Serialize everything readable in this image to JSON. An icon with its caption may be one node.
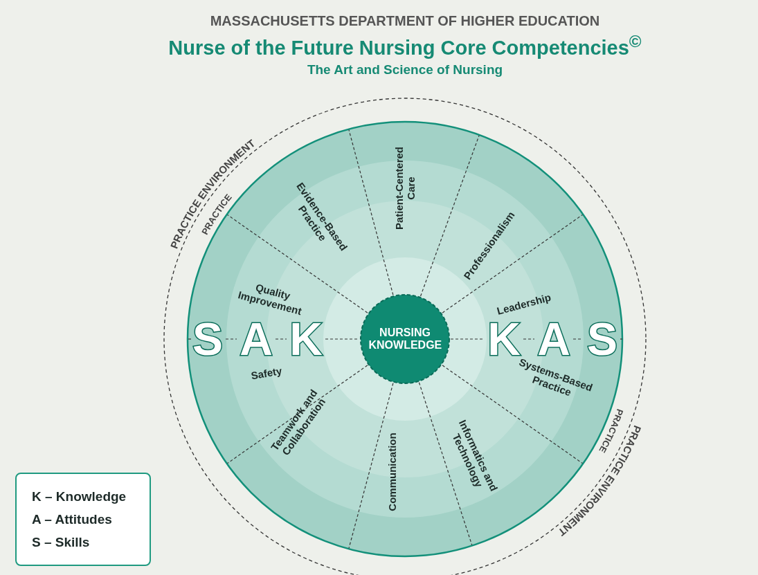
{
  "diagram": {
    "title": "Nurse of the Future Nursing Core Competencies$^{©}$",
    "nodes": [
      {
        "text": [
          "NURSING KNOWLEDGE"
        ]
      },
      {
        "text": [
          "Patient-Centered Care"
        ]
      },
      {
        "text": [
          "Professionalism"
        ]
      },
      {
        "text": [
          "Leadership"
        ]
      },
      {
        "text": [
          "Systems-Based Practice"
        ]
      },
      {
        "text": [
          "Informatics and Technology"
        ]
      },
      {
        "text": [
          "Communication"
        ]
      },
      {
        "text": [
          "Teamwork and Collaboration"
        ]
      },
      {
        "text": [
          "Safety"
        ]
      },
      {
        "text": [
          "Quality Improvement"
        ]
      },
      {
        "text": [
          "Evidence-Based Practice"
        ]
      }
    ],
    "edges": [],
    "labels": [
      "MASSACHUSETTS DEPARTMENT OF HIGHER EDUCATION",
      "The Art and Science of Nursing",
      "PRACTICE ENVIRONMENT",
      "PRACTICE",
      "S",
      "A",
      "K",
      "K",
      "A",
      "S",
      "PRACTICE",
      "PRACTICE ENVIRONMENT",
      "K – Knowledge",
      "A – Attitudes",
      "S – Skills"
    ]
  }
}
